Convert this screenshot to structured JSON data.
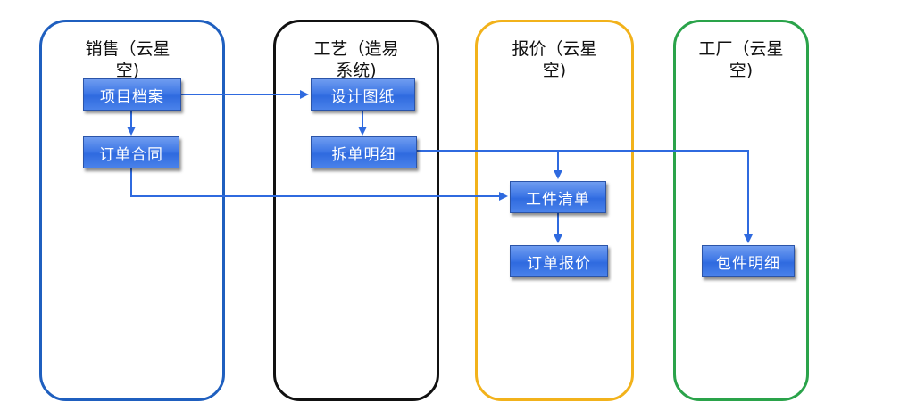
{
  "colors": {
    "lane_sales": "#1f5fbf",
    "lane_process": "#111111",
    "lane_quote": "#f2b21b",
    "lane_factory": "#2aa34a",
    "node_fill": "#3f78e6",
    "arrow": "#2f6adf"
  },
  "lanes": {
    "sales": {
      "title": "销售（云星\n空)"
    },
    "process": {
      "title": "工艺（造易\n系统)"
    },
    "quote": {
      "title": "报价（云星\n空)"
    },
    "factory": {
      "title": "工厂（云星\n空)"
    }
  },
  "nodes": {
    "project_file": "项目档案",
    "order_contract": "订单合同",
    "design_drawing": "设计图纸",
    "split_detail": "拆单明细",
    "workpiece_list": "工件清单",
    "order_quote": "订单报价",
    "package_detail": "包件明细"
  },
  "edges": [
    {
      "from": "project_file",
      "to": "order_contract"
    },
    {
      "from": "project_file",
      "to": "design_drawing"
    },
    {
      "from": "design_drawing",
      "to": "split_detail"
    },
    {
      "from": "split_detail",
      "to": "workpiece_list"
    },
    {
      "from": "split_detail",
      "to": "package_detail"
    },
    {
      "from": "order_contract",
      "to": "workpiece_list"
    },
    {
      "from": "workpiece_list",
      "to": "order_quote"
    }
  ]
}
